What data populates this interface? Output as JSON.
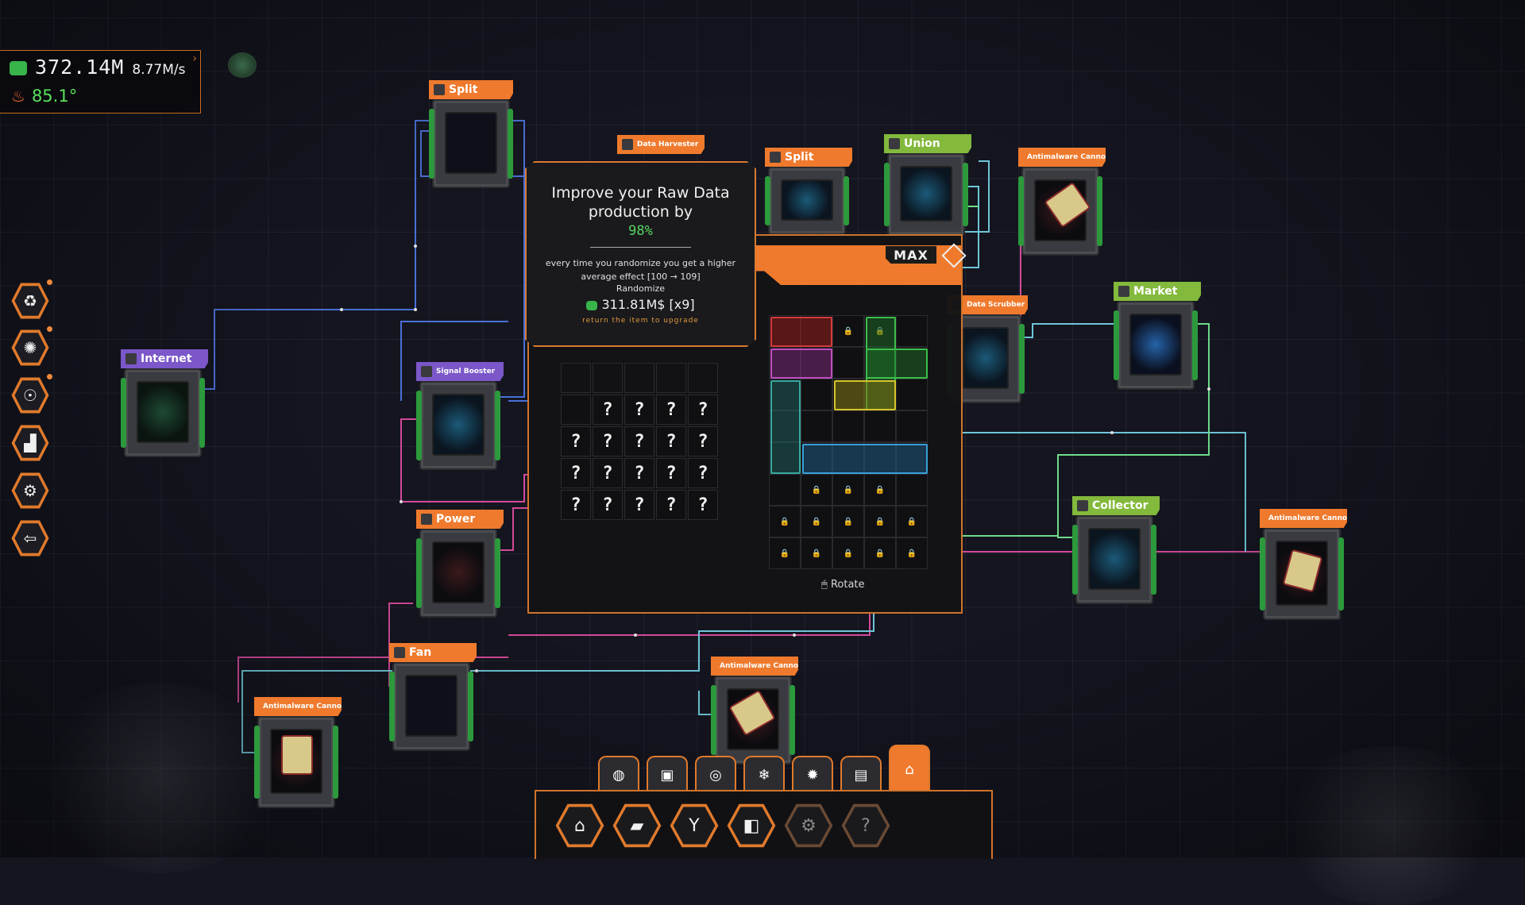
{
  "stats": {
    "money": "372.14M",
    "rate": "8.77M/s",
    "temperature": "85.1°"
  },
  "left_menu": [
    {
      "icon": "recycle-hand-icon"
    },
    {
      "icon": "brain-icon"
    },
    {
      "icon": "robot-icon"
    },
    {
      "icon": "bar-chart-icon"
    },
    {
      "icon": "gear-icon"
    },
    {
      "icon": "exit-icon"
    }
  ],
  "nodes": {
    "split_top": "Split",
    "data_harvester": "Data Harvester",
    "split_right": "Split",
    "union": "Union",
    "antimalware_top": "Antimalware Cannon",
    "internet": "Internet",
    "signal_booster": "Signal Booster",
    "data_scrubber": "Data Scrubber",
    "market": "Market",
    "power": "Power",
    "collector": "Collector",
    "antimalware_right": "Antimalware Cannon",
    "fan": "Fan",
    "antimalware_bottom_left": "Antimalware Cannon",
    "antimalware_bottom_center": "Antimalware Cannon"
  },
  "tooltip": {
    "heading": "Improve your Raw Data production by",
    "percent": "98%",
    "description": "every time you randomize you get a higher average effect [100 → 109]",
    "randomize": "Randomize",
    "cost": "311.81M$ [x9]",
    "return_note": "return the item to upgrade"
  },
  "panel": {
    "max_label": "MAX",
    "rotate_label": "Rotate",
    "unknown_symbol": "?"
  },
  "bottom_tabs": [
    {
      "icon": "globe-icon",
      "active": false
    },
    {
      "icon": "chip-icon",
      "active": false
    },
    {
      "icon": "cpu-icon",
      "active": false
    },
    {
      "icon": "snowflake-icon",
      "active": false
    },
    {
      "icon": "virus-icon",
      "active": false
    },
    {
      "icon": "document-icon",
      "active": false
    },
    {
      "icon": "shop-icon",
      "active": true
    }
  ],
  "dock": [
    {
      "icon": "shop-icon"
    },
    {
      "icon": "folder-icon"
    },
    {
      "icon": "merge-icon"
    },
    {
      "icon": "split-icon"
    },
    {
      "icon": "locked-gear-icon"
    },
    {
      "icon": "question-icon",
      "label": "?"
    }
  ],
  "colors": {
    "accent": "#ef7a2d",
    "positive": "#56d35d",
    "heat": "#ff6a2a"
  }
}
